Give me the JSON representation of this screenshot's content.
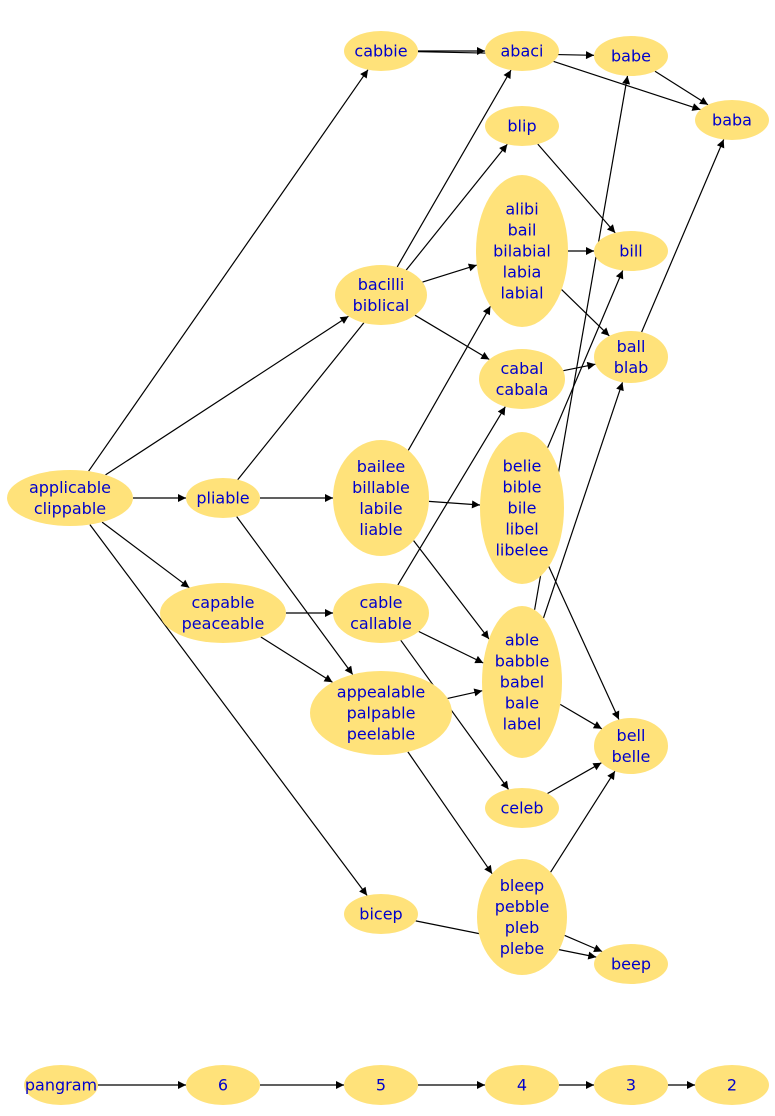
{
  "diagram": {
    "colors": {
      "node_fill": "#ffe27a",
      "label": "#0000cc",
      "edge": "#000000",
      "background": "#ffffff"
    },
    "nodes": [
      {
        "id": "applicable",
        "lines": [
          "applicable",
          "clippable"
        ]
      },
      {
        "id": "pliable",
        "lines": [
          "pliable"
        ]
      },
      {
        "id": "capable",
        "lines": [
          "capable",
          "peaceable"
        ]
      },
      {
        "id": "cabbie",
        "lines": [
          "cabbie"
        ]
      },
      {
        "id": "abaci",
        "lines": [
          "abaci"
        ]
      },
      {
        "id": "babe",
        "lines": [
          "babe"
        ]
      },
      {
        "id": "baba",
        "lines": [
          "baba"
        ]
      },
      {
        "id": "blip",
        "lines": [
          "blip"
        ]
      },
      {
        "id": "alibi",
        "lines": [
          "alibi",
          "bail",
          "bilabial",
          "labia",
          "labial"
        ]
      },
      {
        "id": "bill",
        "lines": [
          "bill"
        ]
      },
      {
        "id": "bacilli",
        "lines": [
          "bacilli",
          "biblical"
        ]
      },
      {
        "id": "cabal",
        "lines": [
          "cabal",
          "cabala"
        ]
      },
      {
        "id": "ball",
        "lines": [
          "ball",
          "blab"
        ]
      },
      {
        "id": "bailee",
        "lines": [
          "bailee",
          "billable",
          "labile",
          "liable"
        ]
      },
      {
        "id": "belie",
        "lines": [
          "belie",
          "bible",
          "bile",
          "libel",
          "libelee"
        ]
      },
      {
        "id": "cable",
        "lines": [
          "cable",
          "callable"
        ]
      },
      {
        "id": "able",
        "lines": [
          "able",
          "babble",
          "babel",
          "bale",
          "label"
        ]
      },
      {
        "id": "appealable",
        "lines": [
          "appealable",
          "palpable",
          "peelable"
        ]
      },
      {
        "id": "bell",
        "lines": [
          "bell",
          "belle"
        ]
      },
      {
        "id": "celeb",
        "lines": [
          "celeb"
        ]
      },
      {
        "id": "bicep",
        "lines": [
          "bicep"
        ]
      },
      {
        "id": "bleep",
        "lines": [
          "bleep",
          "pebble",
          "pleb",
          "plebe"
        ]
      },
      {
        "id": "beep",
        "lines": [
          "beep"
        ]
      },
      {
        "id": "pangram",
        "lines": [
          "pangram"
        ]
      },
      {
        "id": "n6",
        "lines": [
          "6"
        ]
      },
      {
        "id": "n5",
        "lines": [
          "5"
        ]
      },
      {
        "id": "n4",
        "lines": [
          "4"
        ]
      },
      {
        "id": "n3",
        "lines": [
          "3"
        ]
      },
      {
        "id": "n2",
        "lines": [
          "2"
        ]
      }
    ],
    "edges": [
      {
        "from": "applicable",
        "to": "cabbie"
      },
      {
        "from": "applicable",
        "to": "bacilli"
      },
      {
        "from": "applicable",
        "to": "pliable"
      },
      {
        "from": "applicable",
        "to": "capable"
      },
      {
        "from": "applicable",
        "to": "bicep"
      },
      {
        "from": "cabbie",
        "to": "abaci"
      },
      {
        "from": "cabbie",
        "to": "babe"
      },
      {
        "from": "abaci",
        "to": "baba"
      },
      {
        "from": "babe",
        "to": "baba"
      },
      {
        "from": "bacilli",
        "to": "abaci"
      },
      {
        "from": "bacilli",
        "to": "alibi"
      },
      {
        "from": "bacilli",
        "to": "cabal"
      },
      {
        "from": "blip",
        "to": "bill"
      },
      {
        "from": "alibi",
        "to": "bill"
      },
      {
        "from": "alibi",
        "to": "ball"
      },
      {
        "from": "cabal",
        "to": "ball"
      },
      {
        "from": "ball",
        "to": "baba"
      },
      {
        "from": "pliable",
        "to": "blip"
      },
      {
        "from": "pliable",
        "to": "bailee"
      },
      {
        "from": "pliable",
        "to": "appealable"
      },
      {
        "from": "bailee",
        "to": "alibi"
      },
      {
        "from": "bailee",
        "to": "belie"
      },
      {
        "from": "bailee",
        "to": "able"
      },
      {
        "from": "belie",
        "to": "bill"
      },
      {
        "from": "belie",
        "to": "bell"
      },
      {
        "from": "capable",
        "to": "cable"
      },
      {
        "from": "capable",
        "to": "appealable"
      },
      {
        "from": "cable",
        "to": "cabal"
      },
      {
        "from": "cable",
        "to": "able"
      },
      {
        "from": "cable",
        "to": "celeb"
      },
      {
        "from": "able",
        "to": "babe"
      },
      {
        "from": "able",
        "to": "ball"
      },
      {
        "from": "able",
        "to": "bell"
      },
      {
        "from": "appealable",
        "to": "able"
      },
      {
        "from": "appealable",
        "to": "bleep"
      },
      {
        "from": "celeb",
        "to": "bell"
      },
      {
        "from": "bleep",
        "to": "bell"
      },
      {
        "from": "bleep",
        "to": "beep"
      },
      {
        "from": "bicep",
        "to": "beep"
      },
      {
        "from": "pangram",
        "to": "n6"
      },
      {
        "from": "n6",
        "to": "n5"
      },
      {
        "from": "n5",
        "to": "n4"
      },
      {
        "from": "n4",
        "to": "n3"
      },
      {
        "from": "n3",
        "to": "n2"
      }
    ]
  }
}
